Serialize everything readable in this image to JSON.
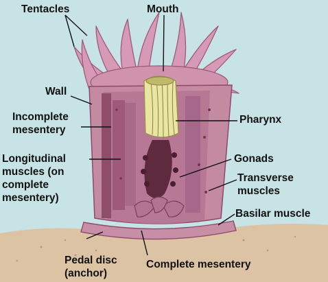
{
  "labels": {
    "tentacles": "Tentacles",
    "mouth": "Mouth",
    "wall": "Wall",
    "incomplete_mesentery": "Incomplete\nmesentery",
    "longitudinal_muscles": "Longitudinal\nmuscles (on\ncomplete\nmesentery)",
    "pharynx": "Pharynx",
    "gonads": "Gonads",
    "transverse_muscles": "Transverse\nmuscles",
    "basilar_muscle": "Basilar muscle",
    "pedal_disc": "Pedal disc\n(anchor)",
    "complete_mesentery": "Complete mesentery"
  },
  "colors": {
    "background": "#c7e3e5",
    "ground": "#dcc3a4",
    "body": "#c48aa2",
    "tentacle": "#d79ab6",
    "interior": "#8e4d69",
    "pharynx": "#e9e6a2",
    "gonads": "#5e2a3d"
  }
}
